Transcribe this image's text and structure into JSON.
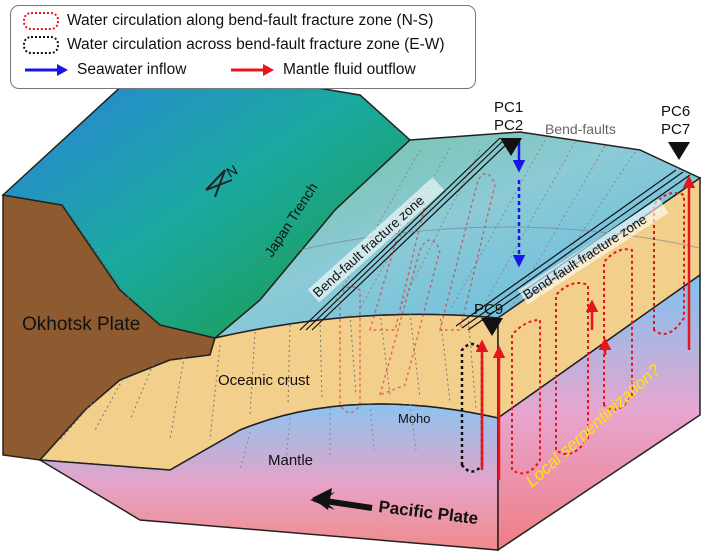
{
  "legend": {
    "items": [
      {
        "text": "Water circulation along bend-fault fracture zone (N-S)",
        "kind": "loop",
        "color": "#e8141b"
      },
      {
        "text": "Water circulation across bend-fault fracture zone (E-W)",
        "kind": "loop",
        "color": "#111111"
      },
      {
        "text": "Seawater inflow",
        "kind": "arrow",
        "color": "#1616e6"
      },
      {
        "text": "Mantle fluid outflow",
        "kind": "arrow",
        "color": "#e8141b"
      }
    ]
  },
  "labels": {
    "okhotsk_plate": "Okhotsk Plate",
    "japan_trench": "Japan Trench",
    "north": "N",
    "oceanic_crust": "Oceanic crust",
    "moho": "Moho",
    "mantle": "Mantle",
    "pacific_plate": "Pacific Plate",
    "bend_faults": "Bend-faults",
    "fracture_zone_1": "Bend-fault fracture zone",
    "fracture_zone_2": "Bend-fault fracture zone",
    "local_serpentinization": "Local serpentinization?"
  },
  "stations": {
    "pc1": "PC1",
    "pc2": "PC2",
    "pc6": "PC6",
    "pc7": "PC7",
    "pc9": "PC9"
  },
  "colors": {
    "seawater": "#1616e6",
    "mantle_fluid": "#e8141b",
    "crust": "#f3cf8c",
    "okhotsk": "#8e5b30",
    "serpentinization_text": "#ffe500"
  }
}
